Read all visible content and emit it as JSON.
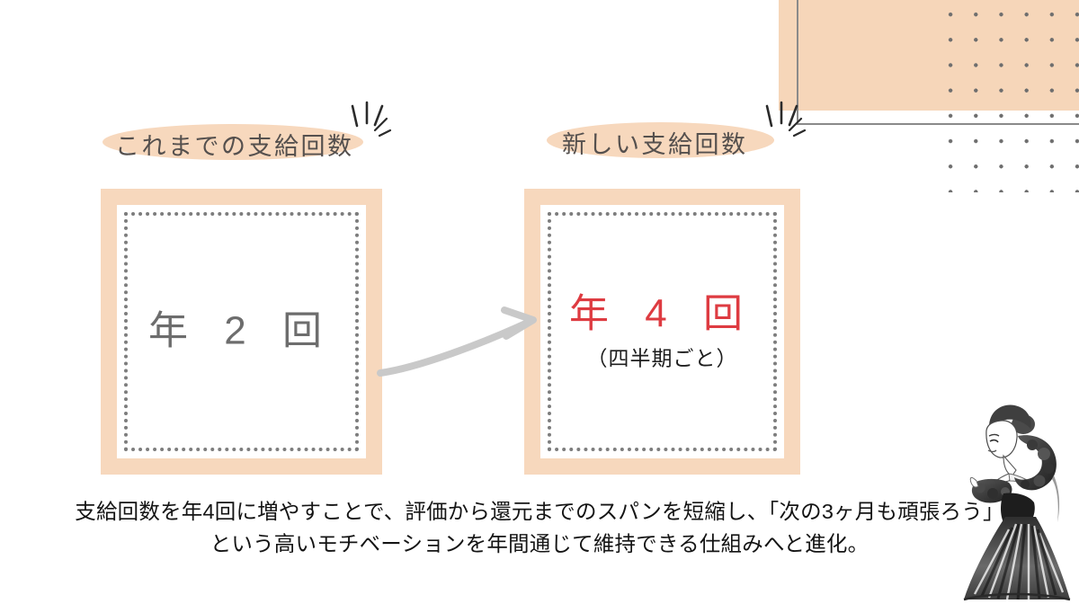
{
  "decoration": {
    "peach_rect_name": "peach-block",
    "outline_rect_name": "outlined-block",
    "dot_grid_name": "dot-grid-pattern",
    "colors": {
      "peach": "#f7d8bd",
      "outline_gray": "#8a8a8a",
      "dot_gray": "#6e6e6e"
    }
  },
  "labels": {
    "before": "これまでの支給回数",
    "after": "新しい支給回数"
  },
  "boxes": {
    "before": {
      "main": "年 2 回",
      "sub": "",
      "main_color": "#6d6d6d"
    },
    "after": {
      "main": "年 4 回",
      "sub": "（四半期ごと）",
      "main_color": "#de3b41"
    }
  },
  "arrow": {
    "name": "transition-arrow",
    "color": "#c9c9c9"
  },
  "caption": {
    "line1": "支給回数を年4回に増やすことで、評価から還元までのスパンを短縮し、「次の3ヶ月も頑張ろう」",
    "line2": "という高いモチベーションを年間通じて維持できる仕組みへと進化。"
  },
  "illustration": {
    "name": "woman-in-gown-sketch"
  }
}
